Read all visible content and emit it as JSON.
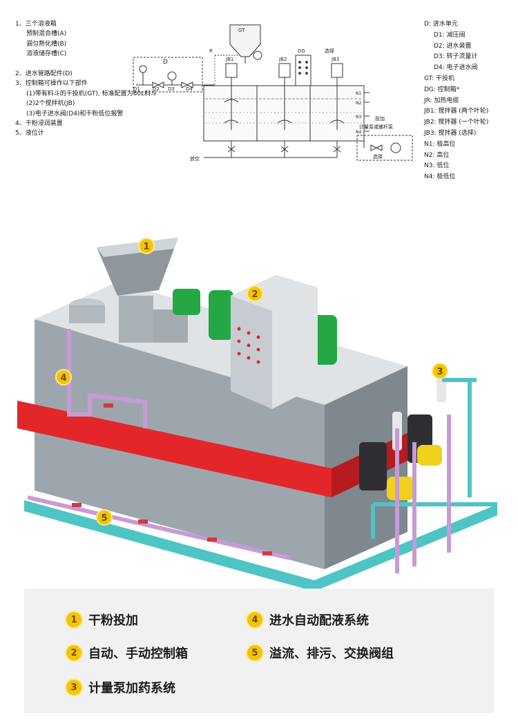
{
  "legend_left": [
    {
      "text": "1、三个溶液箱",
      "indent": false
    },
    {
      "text": "预制混合槽(A)",
      "indent": true
    },
    {
      "text": "调匀熟化槽(B)",
      "indent": true
    },
    {
      "text": "溶液储存槽(C)",
      "indent": true
    },
    {
      "text": "",
      "indent": false
    },
    {
      "text": "2、进水管路配件(D)",
      "indent": false
    },
    {
      "text": "3、控制箱可操作以下部件",
      "indent": false
    },
    {
      "text": "(1)带有料斗的干投机(GT), 标准配置为60L料斗",
      "indent": true
    },
    {
      "text": "(2)2个搅拌机(JB)",
      "indent": true
    },
    {
      "text": "(3)电子进水阀(D4)和干粉低位报警",
      "indent": true
    },
    {
      "text": "4、干粉浸润装置",
      "indent": false
    },
    {
      "text": "5、液位计",
      "indent": false
    }
  ],
  "legend_right": [
    {
      "text": "D: 进水单元",
      "indent": false
    },
    {
      "text": "D1: 减压阀",
      "indent": true
    },
    {
      "text": "D2: 进水装置",
      "indent": true
    },
    {
      "text": "D3: 转子流量计",
      "indent": true
    },
    {
      "text": "D4: 电子进水阀",
      "indent": true
    },
    {
      "text": "GT: 干投机",
      "indent": false
    },
    {
      "text": "DG: 控制箱*",
      "indent": false
    },
    {
      "text": "JR: 加热电缆",
      "indent": false
    },
    {
      "text": "JB1: 搅拌器 (两个叶轮)",
      "indent": false
    },
    {
      "text": "JB2: 搅拌器 (一个叶轮)",
      "indent": false
    },
    {
      "text": "JB3: 搅拌器 (选择)",
      "indent": false
    },
    {
      "text": "N1: 极高位",
      "indent": false
    },
    {
      "text": "N2: 高位",
      "indent": false
    },
    {
      "text": "N3: 低位",
      "indent": false
    },
    {
      "text": "N4: 极低位",
      "indent": false
    }
  ],
  "schematic": {
    "gt": "GT",
    "d": "D",
    "r": "R",
    "dg": "DG",
    "jb1": "JB1",
    "jb2": "JB2",
    "jb3": "JB3",
    "select_top": "选择",
    "select_bottom": "选择",
    "d1": "D1",
    "d2": "D2",
    "d3": "D3",
    "d4": "D4",
    "n1": "N1",
    "n2": "N2",
    "n3": "N3",
    "n4": "N4",
    "dosing": "投加",
    "pump": "计量泵或螺杆泵",
    "drain": "放空"
  },
  "callouts": [
    "1",
    "2",
    "3",
    "4",
    "5"
  ],
  "key_items": [
    {
      "num": "1",
      "label": "干粉投加"
    },
    {
      "num": "2",
      "label": "自动、手动控制箱"
    },
    {
      "num": "3",
      "label": "计量泵加药系统"
    },
    {
      "num": "4",
      "label": "进水自动配液系统"
    },
    {
      "num": "5",
      "label": "溢流、排污、交换阀组"
    }
  ],
  "colors": {
    "tank": "#9ea6ad",
    "tank_top": "#dfe3e6",
    "red_band": "#e3262a",
    "frame": "#4ec4c4",
    "pipe": "#c89ad6",
    "motor": "#23a845",
    "badge": "#f5c400"
  }
}
